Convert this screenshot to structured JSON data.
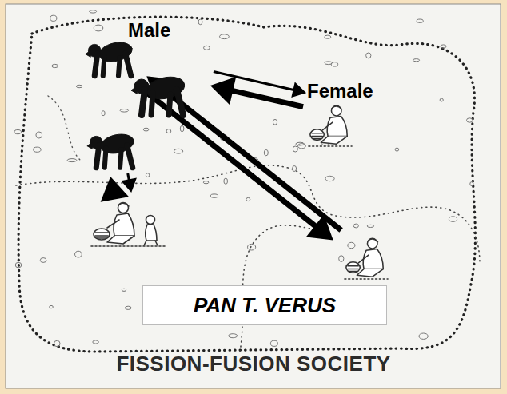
{
  "diagram": {
    "caption": "FISSION-FUSION SOCIETY",
    "nodes": [
      {
        "text": [
          "Male"
        ]
      },
      {
        "text": [
          "Female"
        ]
      },
      {
        "text": []
      },
      {
        "text": []
      },
      {
        "text": []
      },
      {
        "text": []
      },
      {
        "text": [
          "PAN T. VERUS"
        ]
      }
    ],
    "edges": [
      {
        "from": 0,
        "to": 1,
        "arrow": "to"
      },
      {
        "from": 1,
        "to": 0,
        "arrow": "to"
      },
      {
        "from": 2,
        "to": 5,
        "arrow": "to"
      },
      {
        "from": 5,
        "to": 2,
        "arrow": "to"
      },
      {
        "from": 4,
        "to": 3,
        "arrow": "to"
      },
      {
        "from": 3,
        "to": 4,
        "arrow": "to"
      }
    ]
  }
}
